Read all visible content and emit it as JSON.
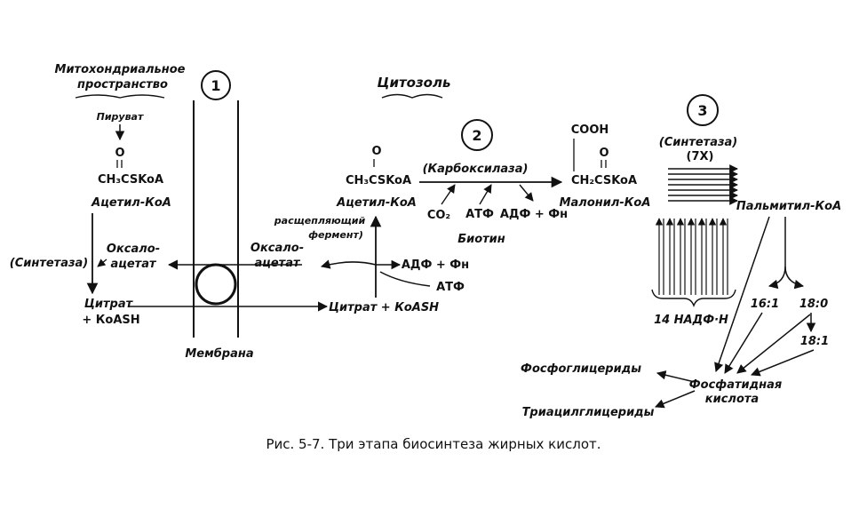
{
  "labels": {
    "mito_space_l1": "Митохондриальное",
    "mito_space_l2": "пространство",
    "cytosol": "Цитозоль",
    "membrane": "Мембрана",
    "pyruvate": "Пируват",
    "acetyl_coa_formula": "CH₃CSKoA",
    "acetyl_coa_o": "O",
    "acetyl_coa": "Ацетил-КоА",
    "synthetase_left": "(Синтетаза)",
    "oxaloacetate_l1": "Оксало-",
    "oxaloacetate_l2": "ацетат",
    "citrate_l1": "Цитрат",
    "citrate_l2": "+ КoASH",
    "oxalo_cyt_l1": "Оксало-",
    "oxalo_cyt_l2": "ацетат",
    "cleaving_l1": "расщепляющий",
    "cleaving_l2": "фермент)",
    "citrate_cyt": "Цитрат + КoASH",
    "adp_fn": "АДФ + Фн",
    "atp": "АТФ",
    "acetyl_coa_cyt_formula": "CH₃CSKoA",
    "acetyl_coa_cyt_o": "O",
    "acetyl_coa_cyt": "Ацетил-КоА",
    "carboxylase": "(Карбоксилаза)",
    "co2": "CO₂",
    "atp2": "АТФ",
    "adp_fn2": "АДФ + Фн",
    "biotin": "Биотин",
    "cooh": "COOH",
    "malonyl_formula": "CH₂CSKoA",
    "malonyl_o": "O",
    "malonyl_coa": "Малонил-КоА",
    "synthetase_7x_l1": "(Синтетаза)",
    "synthetase_7x_l2": "(7X)",
    "palmityl_coa": "Пальмитил-КоА",
    "nadph": "14 НАДФ·Н",
    "fa_16_1": "16:1",
    "fa_18_0": "18:0",
    "fa_18_1": "18:1",
    "phosphoglycerides": "Фосфоглицериды",
    "phosphatidic_l1": "Фосфатидная",
    "phosphatidic_l2": "кислота",
    "triacylglycerides": "Триацилглицериды"
  },
  "stages": [
    "1",
    "2",
    "3"
  ],
  "caption": "Рис. 5-7. Три этапа биосинтеза жирных кислот."
}
